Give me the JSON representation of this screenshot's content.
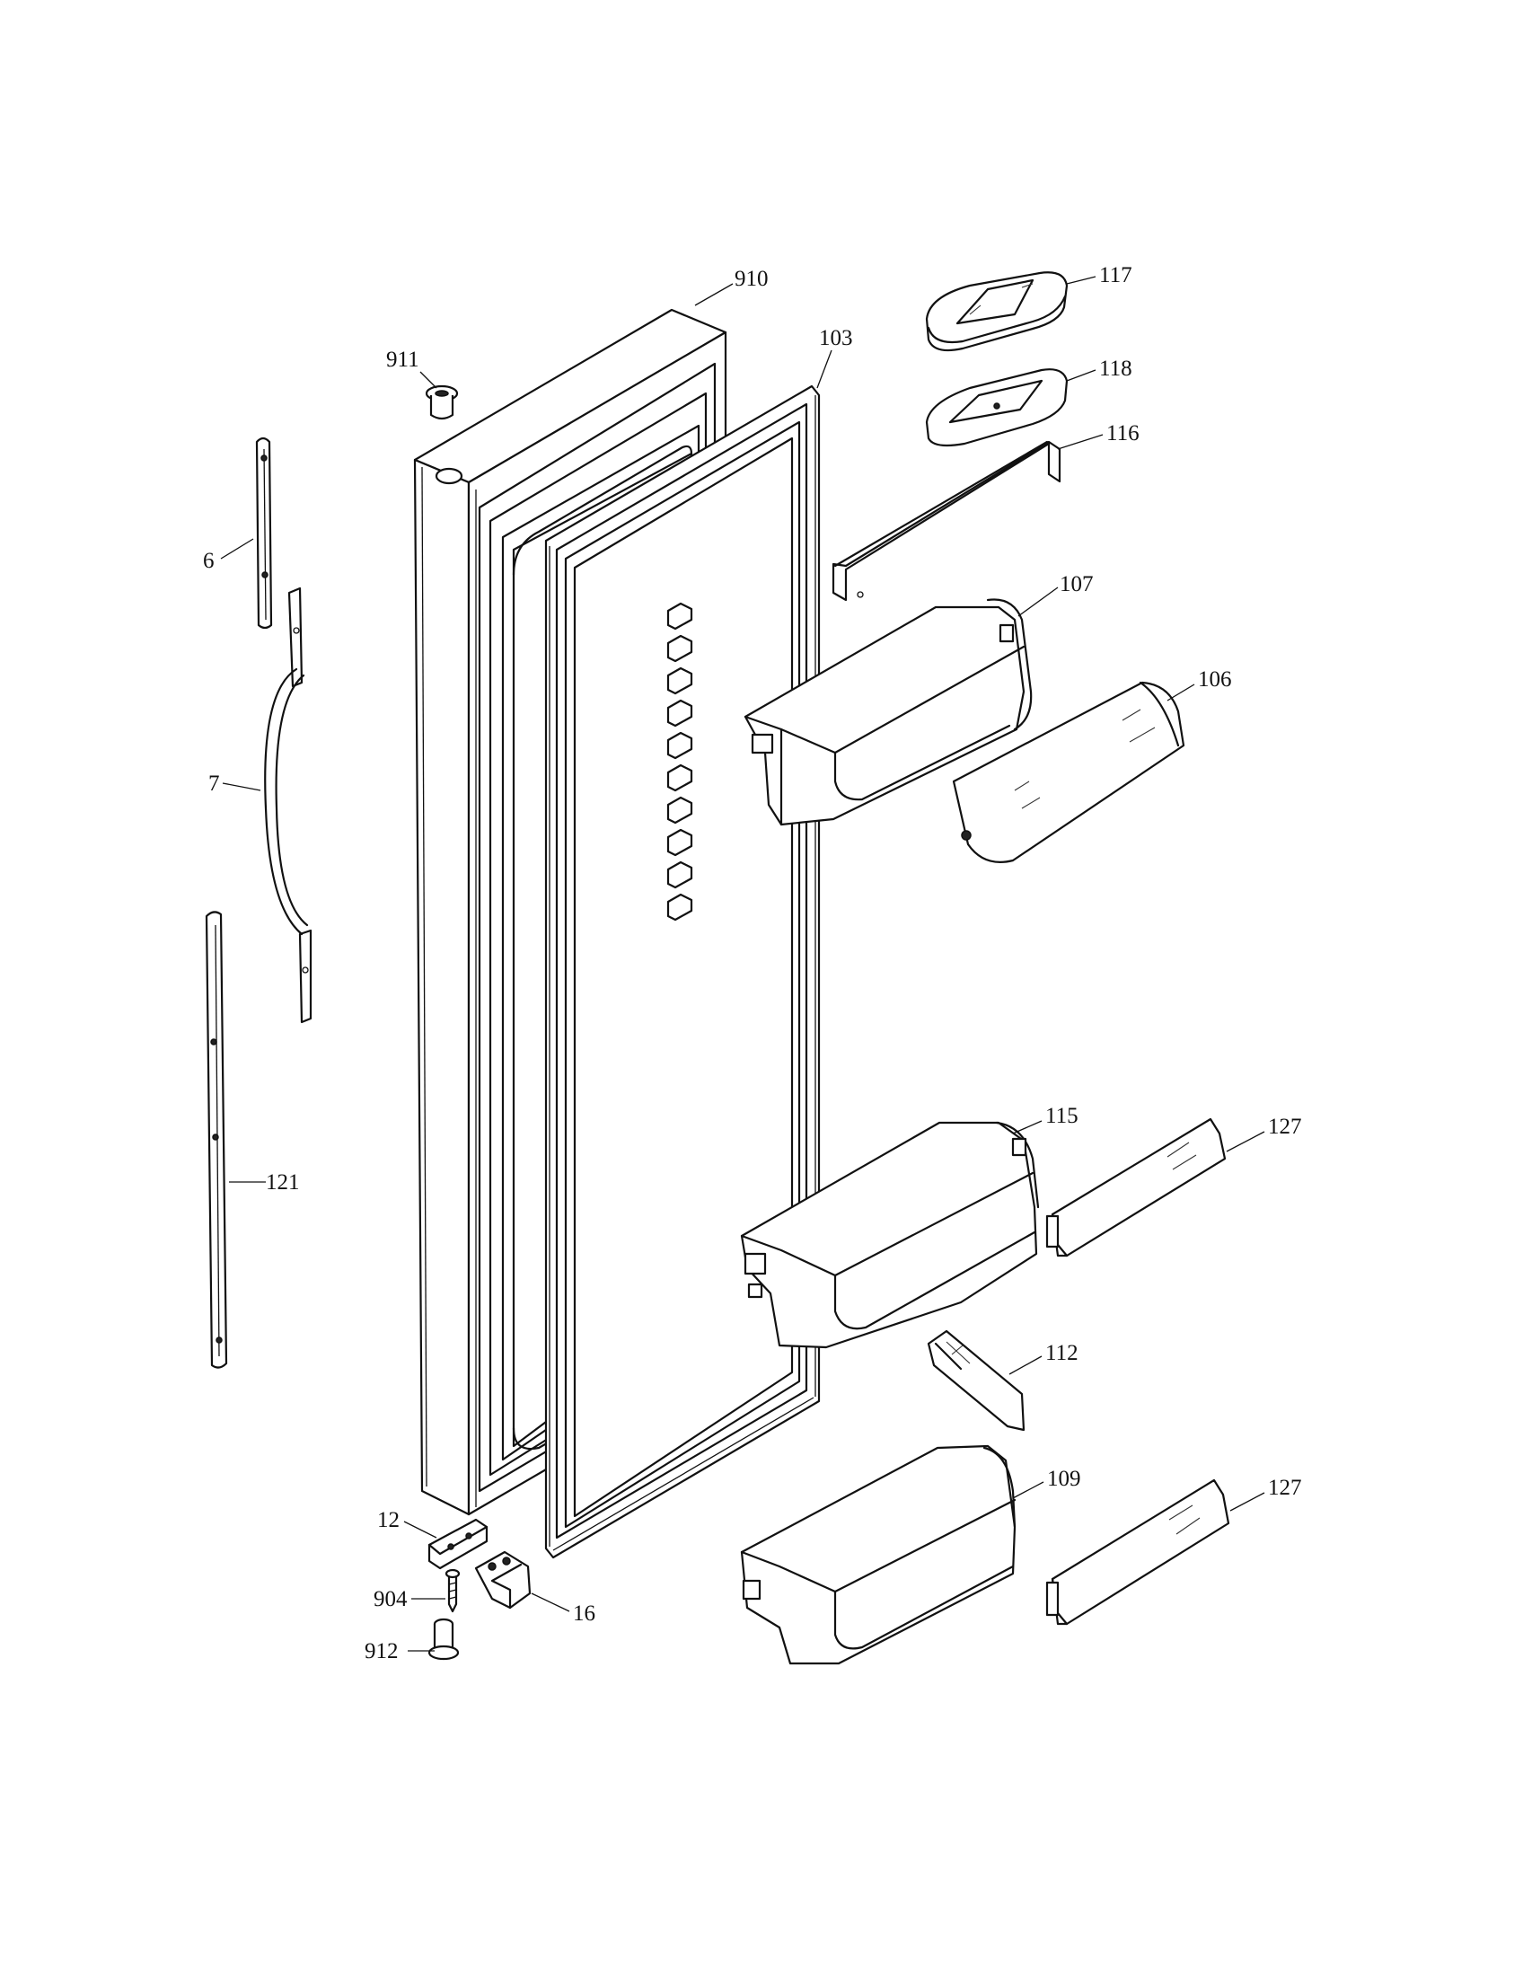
{
  "diagram": {
    "callouts": {
      "p910": "910",
      "p911": "911",
      "p103": "103",
      "p117": "117",
      "p118": "118",
      "p116": "116",
      "p107": "107",
      "p106": "106",
      "p6": "6",
      "p7": "7",
      "p121": "121",
      "p115": "115",
      "p127a": "127",
      "p112": "112",
      "p109": "109",
      "p127b": "127",
      "p12": "12",
      "p904": "904",
      "p16": "16",
      "p912": "912"
    }
  }
}
